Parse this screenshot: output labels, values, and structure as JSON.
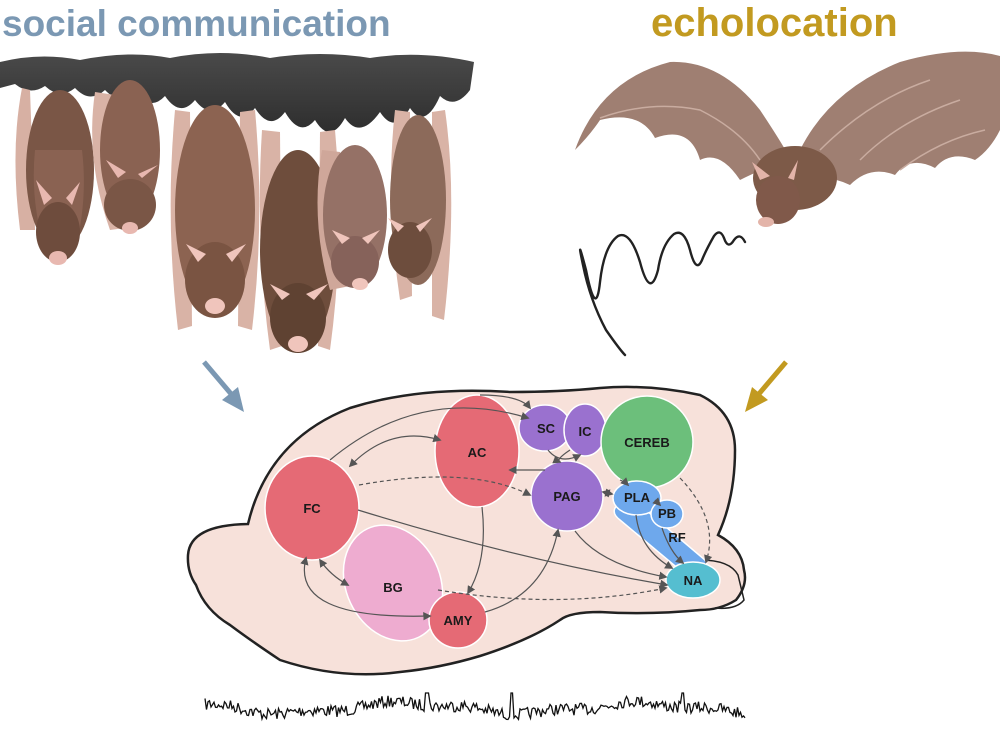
{
  "headings": {
    "left": "social communication",
    "right": "echolocation"
  },
  "colors": {
    "social": "#7b98b3",
    "echo": "#c29a20",
    "brain_fill": "#f7e1da",
    "cortex_red": "#e56a75",
    "basal_ganglia_pink": "#eeacd0",
    "midbrain_purple": "#9a71cf",
    "cerebellum_green": "#6cbf7b",
    "hindbrain_blue": "#6ea8ec",
    "nucleus_cyan": "#55bed0"
  },
  "regions": {
    "fc": "FC",
    "ac": "AC",
    "bg": "BG",
    "amy": "AMY",
    "sc": "SC",
    "ic": "IC",
    "cereb": "CEREB",
    "pag": "PAG",
    "pla": "PLA",
    "pb": "PB",
    "rf": "RF",
    "na": "NA"
  }
}
